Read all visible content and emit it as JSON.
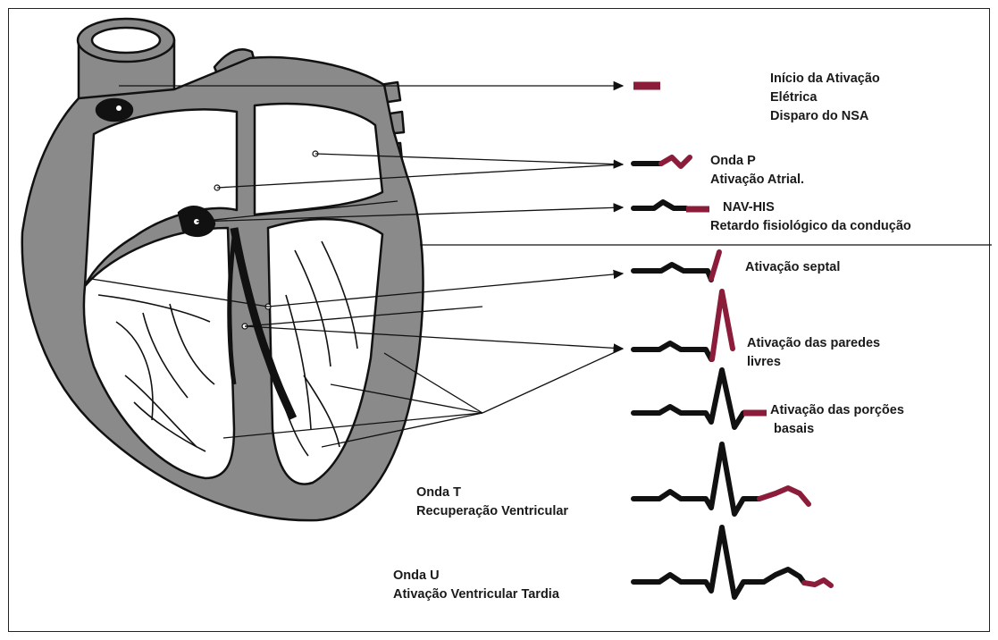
{
  "labels": {
    "sa_start": [
      "Início da Ativação",
      "Elétrica",
      "Disparo do NSA"
    ],
    "p_wave": [
      "Onda P",
      "Ativação Atrial."
    ],
    "av_his": [
      "NAV-HIS",
      "Retardo fisiológico da condução"
    ],
    "septal": [
      "Ativação septal"
    ],
    "free_walls": [
      "Ativação das paredes",
      "livres"
    ],
    "basal": [
      "Ativação das porções",
      "basais"
    ],
    "t_wave": [
      "Onda T",
      "Recuperação Ventricular"
    ],
    "u_wave": [
      "Onda U",
      "Ativação Ventricular Tardia"
    ]
  },
  "colors": {
    "trace": "#111111",
    "highlight": "#8b1c3a",
    "myocardium": "#8a8a8a",
    "outline": "#111111"
  }
}
